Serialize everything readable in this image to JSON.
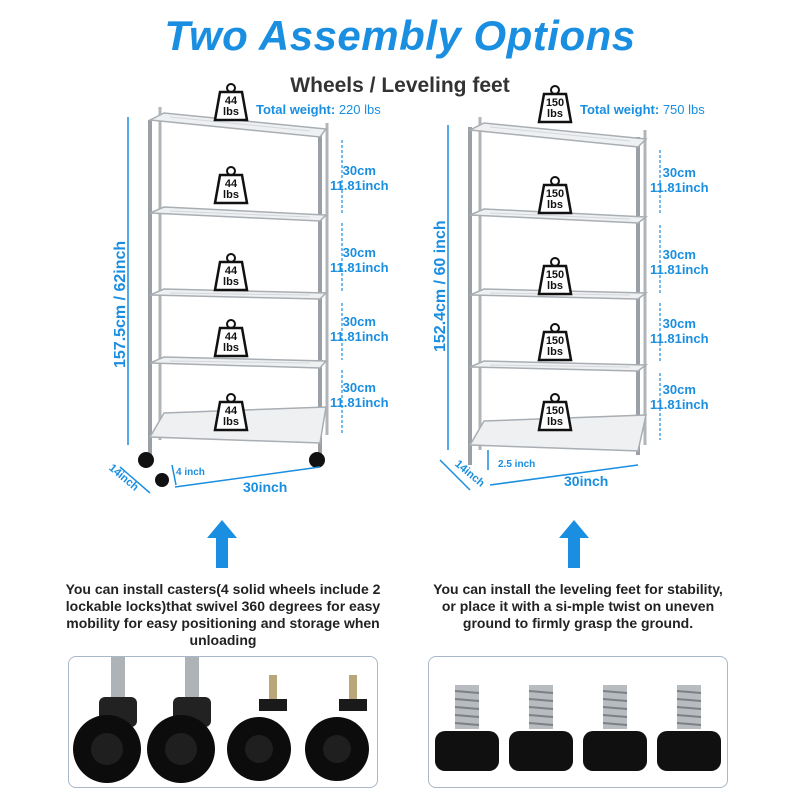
{
  "header": {
    "title": "Two Assembly Options",
    "subtitle": "Wheels / Leveling feet"
  },
  "left": {
    "total_weight_label": "Total weight:",
    "total_weight_value": "220 lbs",
    "height_dim": "157.5cm / 62inch",
    "width_dim": "30inch",
    "depth_dim": "14inch",
    "bottom_gap": "4 inch",
    "tier_loads": [
      {
        "amount": "44",
        "unit": "lbs"
      },
      {
        "amount": "44",
        "unit": "lbs"
      },
      {
        "amount": "44",
        "unit": "lbs"
      },
      {
        "amount": "44",
        "unit": "lbs"
      },
      {
        "amount": "44",
        "unit": "lbs"
      }
    ],
    "gaps": [
      {
        "cm": "30cm",
        "inch": "11.81inch"
      },
      {
        "cm": "30cm",
        "inch": "11.81inch"
      },
      {
        "cm": "30cm",
        "inch": "11.81inch"
      },
      {
        "cm": "30cm",
        "inch": "11.81inch"
      }
    ],
    "description": "You can install casters(4 solid wheels include 2 lockable locks)that swivel 360 degrees for easy mobility for easy positioning and storage when unloading"
  },
  "right": {
    "total_weight_label": "Total weight:",
    "total_weight_value": "750 lbs",
    "height_dim": "152.4cm / 60 inch",
    "width_dim": "30inch",
    "depth_dim": "14inch",
    "bottom_gap": "2.5 inch",
    "tier_loads": [
      {
        "amount": "150",
        "unit": "lbs"
      },
      {
        "amount": "150",
        "unit": "lbs"
      },
      {
        "amount": "150",
        "unit": "lbs"
      },
      {
        "amount": "150",
        "unit": "lbs"
      },
      {
        "amount": "150",
        "unit": "lbs"
      }
    ],
    "gaps": [
      {
        "cm": "30cm",
        "inch": "11.81inch"
      },
      {
        "cm": "30cm",
        "inch": "11.81inch"
      },
      {
        "cm": "30cm",
        "inch": "11.81inch"
      },
      {
        "cm": "30cm",
        "inch": "11.81inch"
      }
    ],
    "description": "You can install the leveling feet for stability, or place it with a si-mple twist on uneven ground to firmly grasp the ground."
  },
  "colors": {
    "accent": "#1a8ee0",
    "chrome": "#9aa0a6",
    "wire": "#c9ced3"
  }
}
